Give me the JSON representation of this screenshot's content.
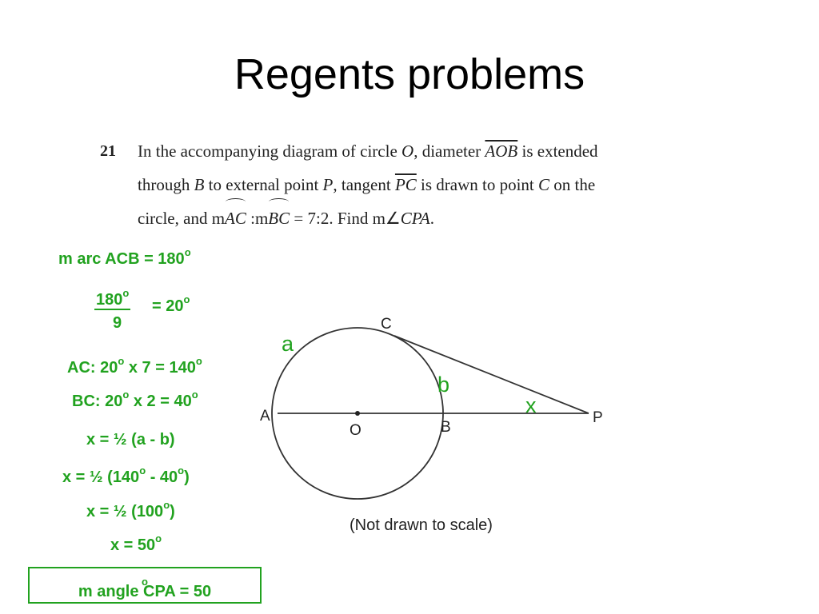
{
  "slide": {
    "title": "Regents problems"
  },
  "problem": {
    "number": "21",
    "line1_a": "In the accompanying diagram of circle ",
    "line1_O": "O",
    "line1_b": ", diameter ",
    "line1_AOB": "AOB",
    "line1_c": " is extended",
    "line2_a": "through ",
    "line2_B": "B",
    "line2_b": " to external point ",
    "line2_P": "P",
    "line2_c": ", tangent ",
    "line2_PC": "PC",
    "line2_d": " is drawn to point ",
    "line2_C": "C",
    "line2_e": " on the",
    "line3_a": "circle, and  m",
    "line3_AC": "AC",
    "line3_b": " :m",
    "line3_BC": "BC",
    "line3_c": " = 7:2. Find m∠",
    "line3_CPA": "CPA",
    "line3_d": "."
  },
  "solution": {
    "arc_acb": "m arc ACB = 180",
    "frac_num": "180",
    "frac_den": "9",
    "frac_eq": "= 20",
    "ac_a": "AC: 20",
    "ac_b": " x 7 = 140",
    "bc_a": "BC: 20",
    "bc_b": " x 2 = 40",
    "x1": "x = ½ (a - b)",
    "x2_a": "x = ½ (140",
    "x2_b": " - 40",
    "x2_c": ")",
    "x3_a": "x = ½ (100",
    "x3_b": ")",
    "x4": "x = 50",
    "answer": "m angle CPA = 50",
    "degree": "o"
  },
  "diagram": {
    "points": {
      "A": "A",
      "B": "B",
      "C": "C",
      "O": "O",
      "P": "P"
    },
    "labels": {
      "a": "a",
      "b": "b",
      "x": "x"
    },
    "caption": "(Not drawn to scale)"
  },
  "colors": {
    "accent": "#21a21f",
    "text": "#000000"
  }
}
